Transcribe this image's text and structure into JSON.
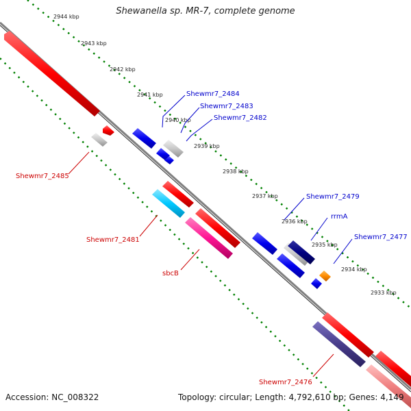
{
  "title": "Shewanella sp. MR-7, complete genome",
  "footer": {
    "accession": "Accession: NC_008322",
    "summary": "Topology: circular; Length: 4,792,610 bp; Genes: 4,149"
  },
  "ruler": [
    "2944 kbp",
    "2943 kbp",
    "2942 kbp",
    "2941 kbp",
    "2940 kbp",
    "2939 kbp",
    "2938 kbp",
    "2937 kbp",
    "2936 kbp",
    "2935 kbp",
    "2934 kbp",
    "2933 kbp"
  ],
  "gene_labels": {
    "shewmr7_2484": "Shewmr7_2484",
    "shewmr7_2483": "Shewmr7_2483",
    "shewmr7_2482": "Shewmr7_2482",
    "shewmr7_2479": "Shewmr7_2479",
    "rrmA": "rrmA",
    "shewmr7_2477": "Shewmr7_2477",
    "shewmr7_2485": "Shewmr7_2485",
    "shewmr7_2481": "Shewmr7_2481",
    "sbcB": "sbcB",
    "shewmr7_2476": "Shewmr7_2476"
  },
  "colors": {
    "cds_red": "#ff0000",
    "cds_blue": "#0000ee",
    "cds_navy": "#000080",
    "cds_gray": "#c8c8c8",
    "cds_orange": "#ff8c00",
    "cds_cyan": "#00c8ff",
    "cds_magenta": "#ff1493",
    "cds_slate": "#483d8b",
    "cds_pink": "#f08080",
    "backbone": "#808080",
    "tick_green": "#008000",
    "label_blue": "#0000cc",
    "label_red": "#cc0000"
  }
}
